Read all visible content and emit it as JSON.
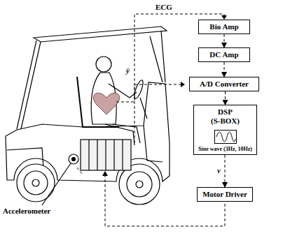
{
  "diagram": {
    "nodes": [
      {
        "text": [
          "Bio Amp"
        ]
      },
      {
        "text": [
          "DC Amp"
        ]
      },
      {
        "text": [
          "A/D Converter"
        ]
      },
      {
        "text": [
          "DSP",
          "(S-BOX)",
          "Sine wave (3Hz, 10Hz)"
        ]
      },
      {
        "text": [
          "Motor Driver"
        ]
      }
    ],
    "edges": [
      {
        "from": 0,
        "to": 1,
        "arrow": "to"
      },
      {
        "from": 1,
        "to": 2,
        "arrow": "to"
      },
      {
        "from": 2,
        "to": 3,
        "arrow": "to"
      },
      {
        "from": 3,
        "to": 4,
        "arrow": "to",
        "label": "v"
      }
    ],
    "labels": [
      "ECG",
      "ÿ",
      "Accelerometer"
    ]
  }
}
